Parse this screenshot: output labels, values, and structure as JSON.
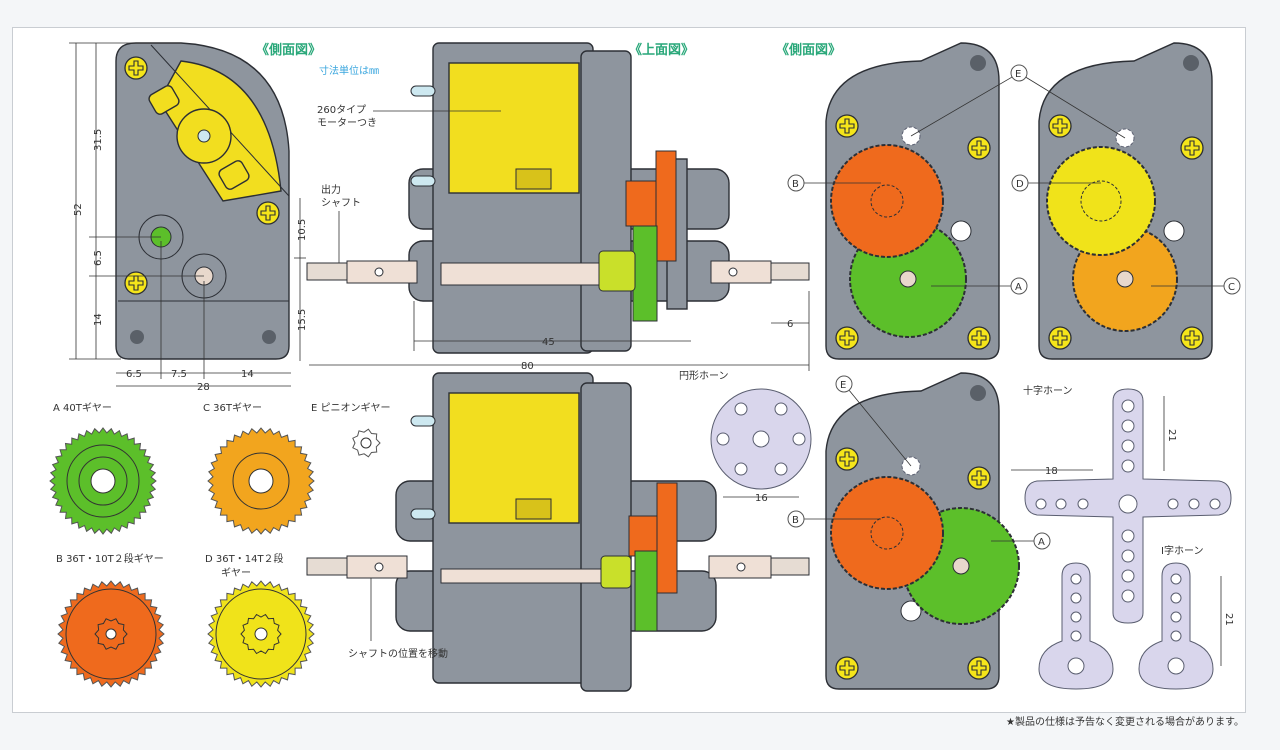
{
  "headings": {
    "side_view_left": "《側面図》",
    "top_view": "《上面図》",
    "side_view_right": "《側面図》"
  },
  "notes": {
    "unit_note": "寸法単位は㎜",
    "motor_label_line1": "260タイプ",
    "motor_label_line2": "モーターつき",
    "output_shaft_line1": "出力",
    "output_shaft_line2": "シャフト",
    "move_shaft": "シャフトの位置を移動",
    "round_horn": "円形ホーン",
    "cross_horn": "十字ホーン",
    "i_horn": "I字ホーン"
  },
  "dimensions": {
    "side_total_height": "52",
    "side_upper": "31.5",
    "side_middle": "6.5",
    "side_lower": "14",
    "side_right_upper": "10.5",
    "side_right_lower": "15.5",
    "bottom_a": "6.5",
    "bottom_b": "7.5",
    "bottom_c": "14",
    "bottom_total": "28",
    "top_45": "45",
    "top_80": "80",
    "top_6": "6",
    "round_horn_16": "16",
    "cross_horn_18": "18",
    "cross_horn_21": "21",
    "i_horn_21": "21"
  },
  "callouts": [
    "A",
    "B",
    "C",
    "D",
    "E"
  ],
  "gears": [
    {
      "key": "A",
      "label": "40Tギヤー",
      "color": "#5cbf2a"
    },
    {
      "key": "C",
      "label": "36Tギヤー",
      "color": "#f2a51e"
    },
    {
      "key": "E",
      "label": "ピニオンギヤー",
      "color": "#ffffff"
    },
    {
      "key": "B",
      "label": "36T・10T２段ギヤー",
      "color": "#ef6a1d"
    },
    {
      "key": "D",
      "label_line1": "36T・14T２段",
      "label_line2": "ギヤー",
      "color": "#f0e31a"
    }
  ],
  "colors": {
    "housing": "#8e959e",
    "motor": "#f2de1f",
    "screw": "#f5e51a",
    "shaft": "#efe0d6",
    "horn": "#d9d6ec",
    "heading": "#2aa87a",
    "note_blue": "#3aa6de"
  },
  "footnote": "★製品の仕様は予告なく変更される場合があります。"
}
